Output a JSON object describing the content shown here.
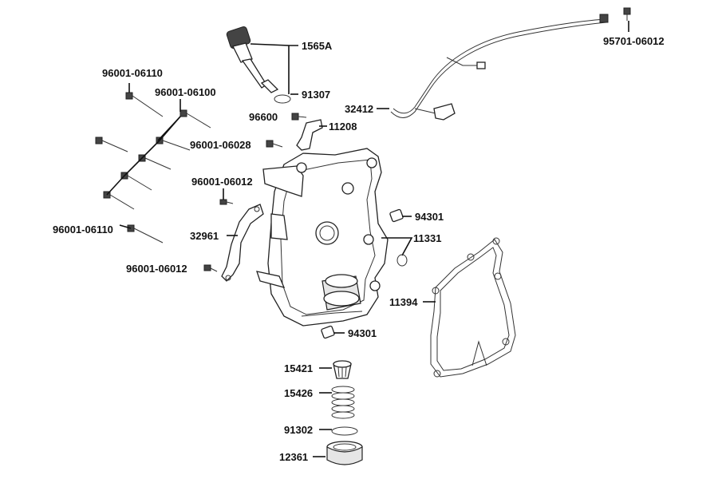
{
  "labels": {
    "p1565a": "1565A",
    "p91307": "91307",
    "p96600": "96600",
    "p11208": "11208",
    "p96001_06110_top": "96001-06110",
    "p96001_06100": "96001-06100",
    "p96001_06028": "96001-06028",
    "p96001_06012_mid": "96001-06012",
    "p96001_06110_low": "96001-06110",
    "p32961": "32961",
    "p96001_06012_low": "96001-06012",
    "p32412": "32412",
    "p95701_06012": "95701-06012",
    "p94301_top": "94301",
    "p11331": "11331",
    "p11394": "11394",
    "p94301_low": "94301",
    "p15421": "15421",
    "p15426": "15426",
    "p91302": "91302",
    "p12361": "12361"
  }
}
